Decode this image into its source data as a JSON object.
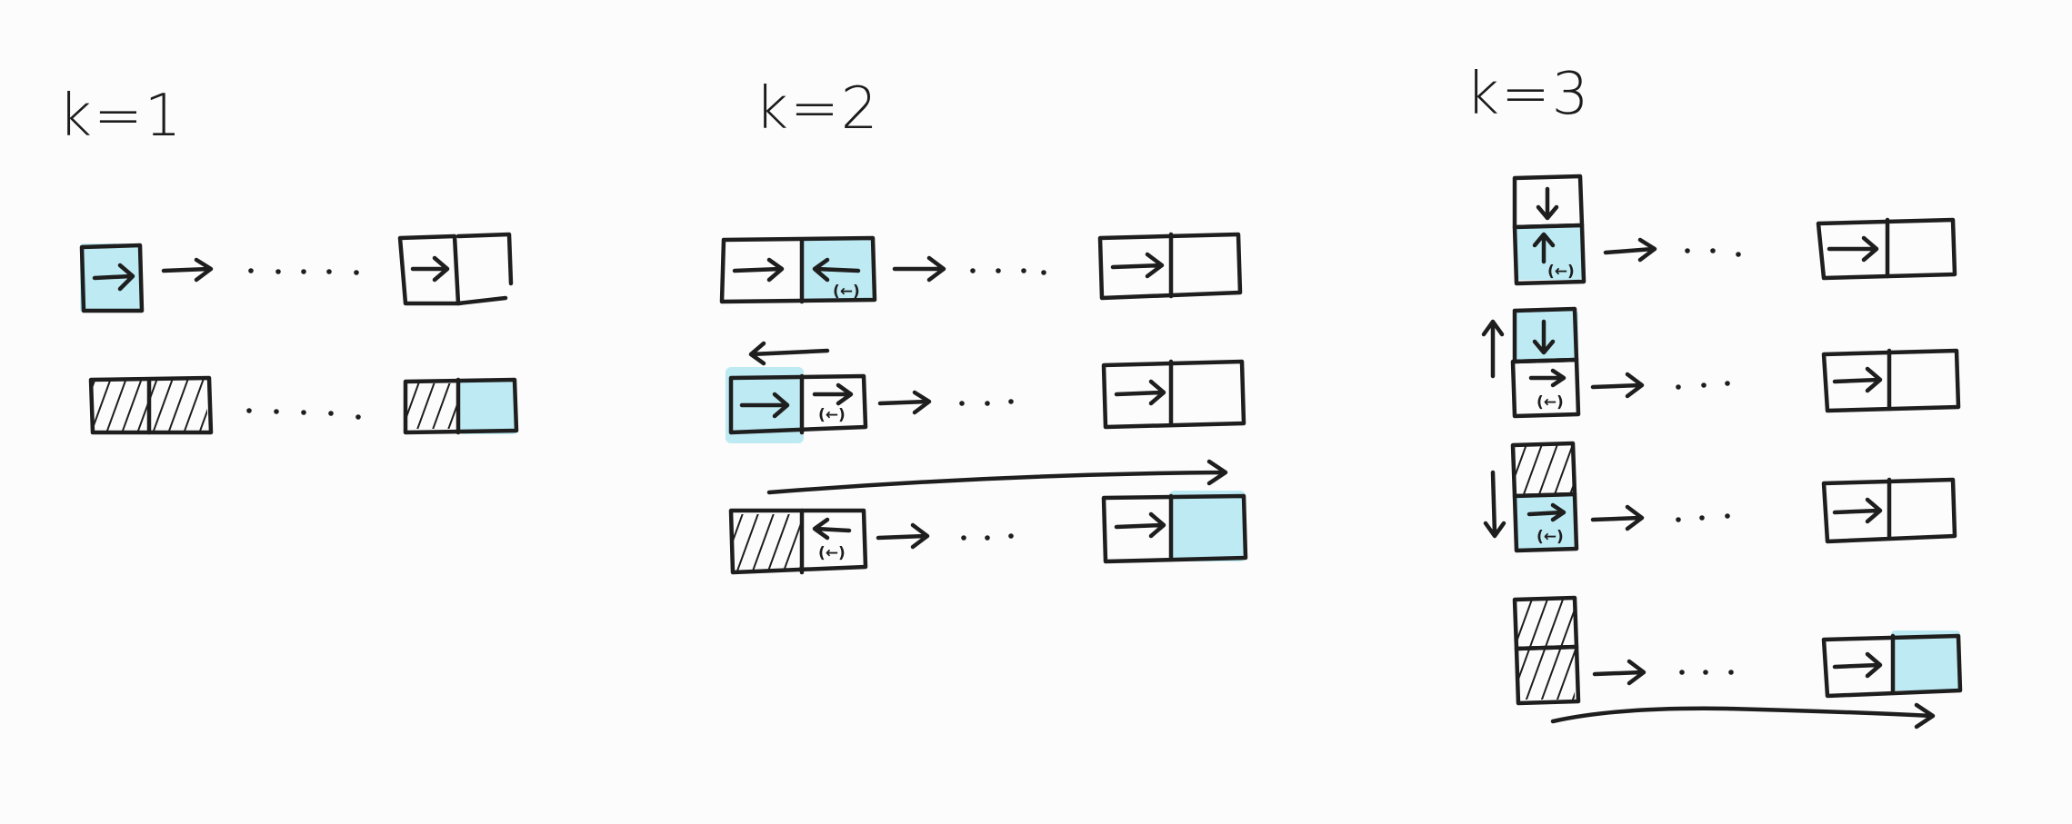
{
  "panels": [
    {
      "label": "k=1"
    },
    {
      "label": "k=2"
    },
    {
      "label": "k=3"
    }
  ],
  "annotations": {
    "shifted_marker": "(←)"
  },
  "colors": {
    "highlight": "#bdeaf3",
    "ink": "#1e1e1e"
  }
}
